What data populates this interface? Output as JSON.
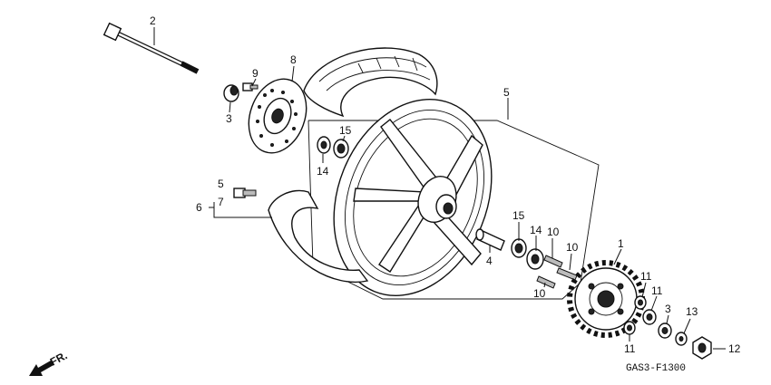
{
  "diagram": {
    "code": "GAS3-F1300",
    "direction_label": "FR.",
    "labels": {
      "l2": "2",
      "l9": "9",
      "l8": "8",
      "l3a": "3",
      "l5a": "5",
      "l15a": "15",
      "l14a": "14",
      "l5b": "5",
      "l7": "7",
      "l6": "6",
      "l15b": "15",
      "l14b": "14",
      "l10a": "10",
      "l10b": "10",
      "l4": "4",
      "l10c": "10",
      "l1": "1",
      "l11a": "11",
      "l11b": "11",
      "l3b": "3",
      "l13": "13",
      "l11c": "11",
      "l12": "12"
    }
  }
}
